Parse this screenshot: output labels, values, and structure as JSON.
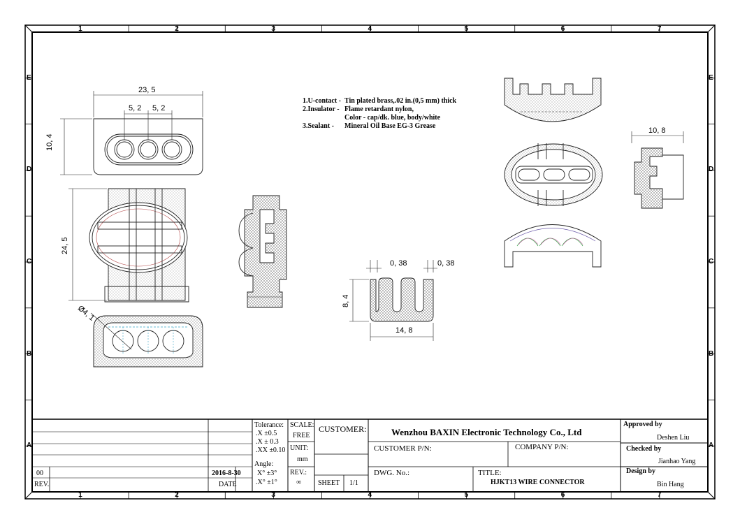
{
  "zones": {
    "columns": [
      "1",
      "2",
      "3",
      "4",
      "5",
      "6",
      "7"
    ],
    "rows": [
      "E",
      "D",
      "C",
      "B",
      "A"
    ]
  },
  "dimensions": {
    "top_width": "23, 5",
    "hole_pitch_left": "5, 2",
    "hole_pitch_right": "5, 2",
    "top_height": "10, 4",
    "body_height": "24, 5",
    "hole_diameter": "Ø4, 1",
    "contact_gap_left": "0, 38",
    "contact_gap_right": "0, 38",
    "contact_height": "8, 4",
    "contact_width": "14, 8",
    "side_width": "10, 8"
  },
  "notes": [
    {
      "label": "1.U-contact -",
      "text": "Tin plated brass,.02 in.(0,5 mm) thick"
    },
    {
      "label": "2.Insulator -",
      "text": "Flame retardant nylon,"
    },
    {
      "label": "",
      "text": "Color - cap/dk. blue, body/white"
    },
    {
      "label": "3.Sealant -",
      "text": "Mineral Oil Base EG-3 Grease"
    }
  ],
  "title_block": {
    "revision": {
      "rev": "00",
      "date": "2016-8-30",
      "rev_label": "REV.",
      "date_label": "DATE"
    },
    "tolerance_label": "Tolerance:",
    "tolerances": [
      ".X   ±0.5",
      ".X  ± 0.3",
      ".XX ±0.10"
    ],
    "angle_label": "Angle:",
    "angles": [
      "X°  ±3°",
      ".X° ±1°"
    ],
    "scale_label": "SCALE:",
    "scale_value": "FREE",
    "unit_label": "UNIT:",
    "unit_value": "mm",
    "rev_field_label": "REV.:",
    "rev_field_value": "∞",
    "sheet_label": "SHEET",
    "sheet_value": "1/1",
    "customer_label": "CUSTOMER:",
    "company": "Wenzhou BAXIN Electronic Technology Co., Ltd",
    "customer_pn_label": "CUSTOMER  P/N:",
    "company_pn_label": "COMPANY  P/N:",
    "dwg_no_label": "DWG.  No.:",
    "title_label": "TITLE:",
    "title_value": "HJKT13 WIRE CONNECTOR",
    "approved_label": "Approved by",
    "approved_by": "Deshen Liu",
    "checked_label": "Checked by",
    "checked_by": "Jianhao Yang",
    "design_label": "Design by",
    "design_by": "Bin Hang"
  }
}
